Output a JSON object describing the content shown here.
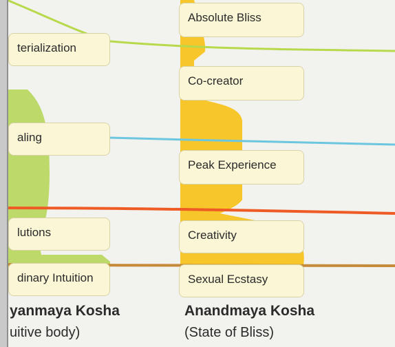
{
  "colors": {
    "background": "#f2f2ee",
    "left_shape": "#bcd96a",
    "right_shape": "#f6c62a",
    "line_materialization": "#b8d94c",
    "line_healing": "#6cc6e0",
    "line_solutions": "#ef5b24",
    "line_intuition": "#c58a3a",
    "box_fill": "#fbf7d6",
    "box_border": "#d8d3a6"
  },
  "left_column": {
    "items": [
      "terialization",
      "aling",
      "lutions",
      "dinary Intuition"
    ],
    "title": "yanmaya Kosha",
    "subtitle": "uitive body)"
  },
  "right_column": {
    "items": [
      "Absolute Bliss",
      "Co-creator",
      "Peak Experience",
      "Creativity",
      "Sexual Ecstasy"
    ],
    "title": "Anandmaya Kosha",
    "subtitle": "(State of Bliss)"
  }
}
